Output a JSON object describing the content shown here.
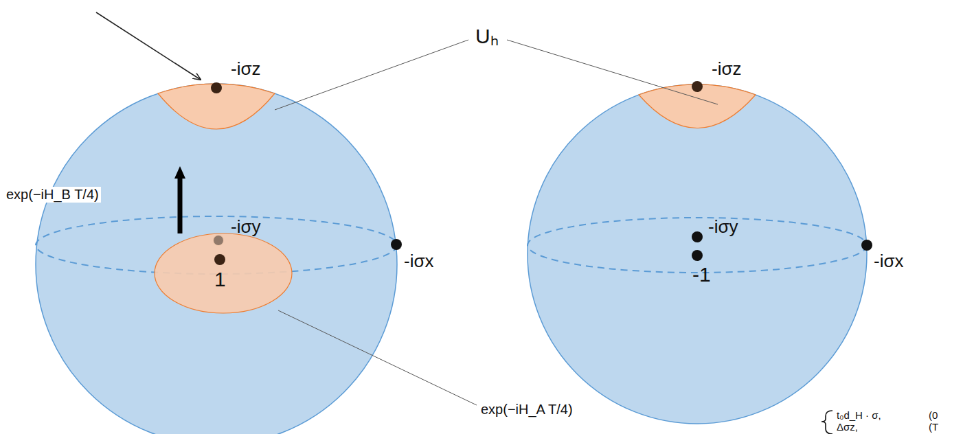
{
  "diagram": {
    "labels": [
      "-iσz",
      "Uₕ",
      "-iσz",
      "exp(−iH_B T/4)",
      "-iσy",
      "1",
      "-iσx",
      "-iσy",
      "-1",
      "-iσx",
      "exp(−iH_A T/4)",
      "t₀d_H · σ,",
      "(0",
      "Δσz,",
      "(T"
    ]
  }
}
